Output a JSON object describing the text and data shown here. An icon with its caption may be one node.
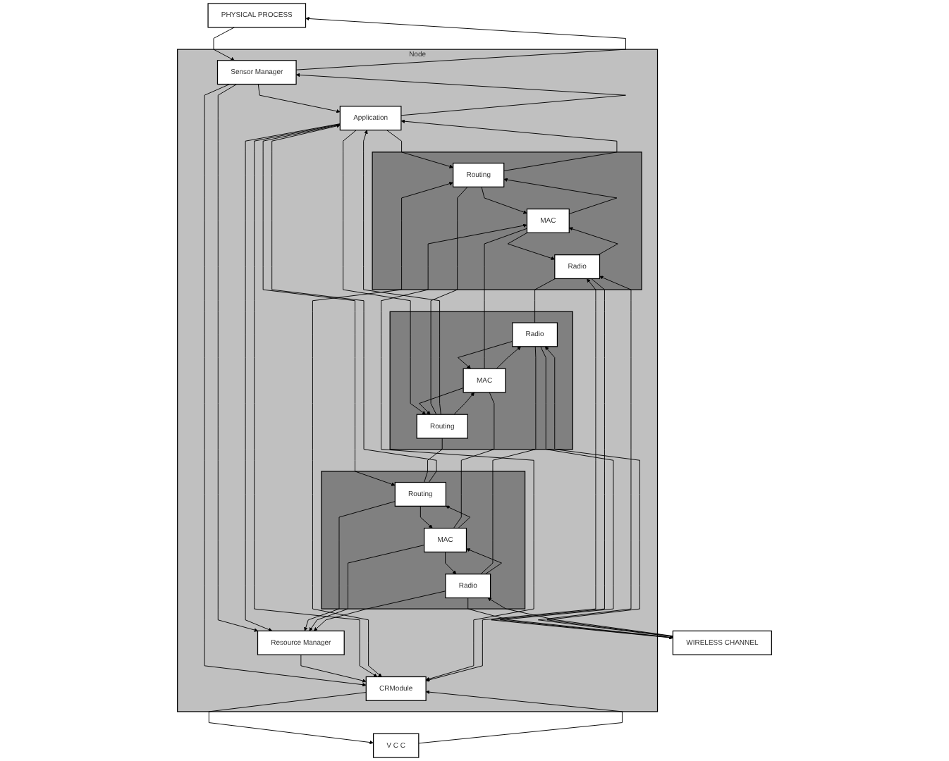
{
  "diagram": {
    "nodes": [
      {
        "text": [
          "PHYSICAL PROCESS"
        ]
      },
      {
        "text": [
          "V C C"
        ]
      },
      {
        "text": [
          "Node"
        ]
      },
      {
        "text": [
          "CRModule"
        ],
        "in": 2
      },
      {
        "text": [
          "Sensor Manager"
        ],
        "in": 2
      },
      {
        "text": [
          "Resource Manager"
        ],
        "in": 2
      },
      {
        "text": [
          "Application"
        ],
        "in": 2
      },
      {
        "text": [],
        "shape": "box",
        "in": 2
      },
      {
        "text": [
          "Routing"
        ],
        "in": 7
      },
      {
        "text": [
          "MAC"
        ],
        "in": 7
      },
      {
        "text": [
          "Radio"
        ],
        "in": 7
      },
      {
        "text": [],
        "shape": "box",
        "in": 2
      },
      {
        "text": [
          "Routing"
        ],
        "in": 11
      },
      {
        "text": [
          "MAC"
        ],
        "in": 11
      },
      {
        "text": [
          "Radio"
        ],
        "in": 11
      },
      {
        "text": [],
        "shape": "box",
        "in": 2
      },
      {
        "text": [
          "Routing"
        ],
        "in": 15
      },
      {
        "text": [
          "MAC"
        ],
        "in": 15
      },
      {
        "text": [
          "Radio"
        ],
        "in": 15
      },
      {
        "text": [
          "WIRELESS CHANNEL"
        ]
      }
    ],
    "edges": [
      {
        "from": 4,
        "to": 0,
        "arrow": "to"
      },
      {
        "from": 0,
        "to": 4,
        "arrow": "to"
      },
      {
        "from": 3,
        "to": 1,
        "arrow": "to"
      },
      {
        "from": 1,
        "to": 3,
        "arrow": "to"
      },
      {
        "from": 4,
        "to": 3,
        "arrow": "to"
      },
      {
        "from": 4,
        "to": 5,
        "arrow": "to"
      },
      {
        "from": 5,
        "to": 3,
        "arrow": "to"
      },
      {
        "from": 6,
        "to": 4,
        "arrow": "to"
      },
      {
        "from": 4,
        "to": 6,
        "arrow": "to"
      },
      {
        "from": 6,
        "to": 3,
        "arrow": "to"
      },
      {
        "from": 6,
        "to": 5,
        "arrow": "to"
      },
      {
        "from": 8,
        "to": 6,
        "arrow": "to"
      },
      {
        "from": 6,
        "to": 8,
        "arrow": "to"
      },
      {
        "from": 12,
        "to": 6,
        "arrow": "to"
      },
      {
        "from": 6,
        "to": 12,
        "arrow": "to"
      },
      {
        "from": 16,
        "to": 6,
        "arrow": "to"
      },
      {
        "from": 6,
        "to": 16,
        "arrow": "to"
      },
      {
        "from": 8,
        "to": 3,
        "arrow": "both"
      },
      {
        "from": 9,
        "to": 3,
        "arrow": "both"
      },
      {
        "from": 10,
        "to": 3,
        "arrow": "both"
      },
      {
        "from": 8,
        "to": 9,
        "arrow": "to"
      },
      {
        "from": 9,
        "to": 8,
        "arrow": "to"
      },
      {
        "from": 9,
        "to": 10,
        "arrow": "to"
      },
      {
        "from": 10,
        "to": 9,
        "arrow": "to"
      },
      {
        "from": 12,
        "to": 13,
        "arrow": "to"
      },
      {
        "from": 13,
        "to": 12,
        "arrow": "to"
      },
      {
        "from": 13,
        "to": 14,
        "arrow": "to"
      },
      {
        "from": 14,
        "to": 13,
        "arrow": "to"
      },
      {
        "from": 16,
        "to": 17,
        "arrow": "to"
      },
      {
        "from": 17,
        "to": 16,
        "arrow": "to"
      },
      {
        "from": 17,
        "to": 18,
        "arrow": "to"
      },
      {
        "from": 18,
        "to": 17,
        "arrow": "to"
      },
      {
        "from": 8,
        "to": 12,
        "arrow": "none"
      },
      {
        "from": 12,
        "to": 16,
        "arrow": "none"
      },
      {
        "from": 9,
        "to": 13,
        "arrow": "none"
      },
      {
        "from": 13,
        "to": 17,
        "arrow": "none"
      },
      {
        "from": 10,
        "to": 14,
        "arrow": "none"
      },
      {
        "from": 14,
        "to": 18,
        "arrow": "none"
      },
      {
        "from": 16,
        "to": 5,
        "arrow": "to"
      },
      {
        "from": 17,
        "to": 5,
        "arrow": "to"
      },
      {
        "from": 18,
        "to": 5,
        "arrow": "to"
      },
      {
        "from": 10,
        "to": 19,
        "arrow": "to"
      },
      {
        "from": 19,
        "to": 10,
        "arrow": "to"
      },
      {
        "from": 14,
        "to": 19,
        "arrow": "to"
      },
      {
        "from": 19,
        "to": 14,
        "arrow": "to"
      },
      {
        "from": 18,
        "to": 19,
        "arrow": "to"
      },
      {
        "from": 19,
        "to": 18,
        "arrow": "to"
      }
    ]
  }
}
